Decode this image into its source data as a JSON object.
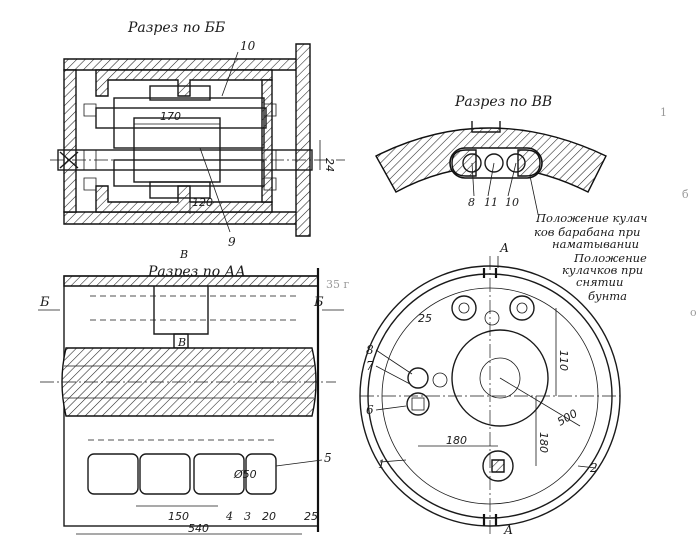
{
  "section_labels": {
    "bb": "Разрез по ББ",
    "vv": "Разрез по ВВ",
    "aa": "Разрез по АА"
  },
  "callouts": {
    "pos_wind_1": "Положение кулач",
    "pos_wind_2": "ков барабана при",
    "pos_wind_3": "наматывании",
    "pos_remove_1": "Положение",
    "pos_remove_2": "кулачков при",
    "pos_remove_3": "снятии",
    "pos_remove_4": "бунта"
  },
  "part_numbers": {
    "p10_top": "10",
    "p9": "9",
    "p8_vv": "8",
    "p11": "11",
    "p10_vv": "10",
    "p8_right": "8",
    "p7": "7",
    "p6": "6",
    "p5": "5",
    "p4": "4",
    "p3": "3",
    "p1": "1",
    "p2": "2"
  },
  "cut_marks": {
    "b_left": "Б",
    "b_right": "Б",
    "a_top": "А",
    "a_bottom": "А",
    "v_left": "В",
    "v_top": "В"
  },
  "dimensions": {
    "d170_top": "170",
    "d120": "120",
    "d24": "24",
    "d150": "150",
    "d540": "540",
    "d20": "20",
    "d25": "25",
    "d_phi50": "Ø50",
    "d25_right": "25",
    "d110": "110",
    "d180_h": "180",
    "d180_v": "180",
    "d500": "500"
  },
  "bleed_text": {
    "b1": "1",
    "b2": "б",
    "b3": "35 г",
    "b4": "о"
  }
}
